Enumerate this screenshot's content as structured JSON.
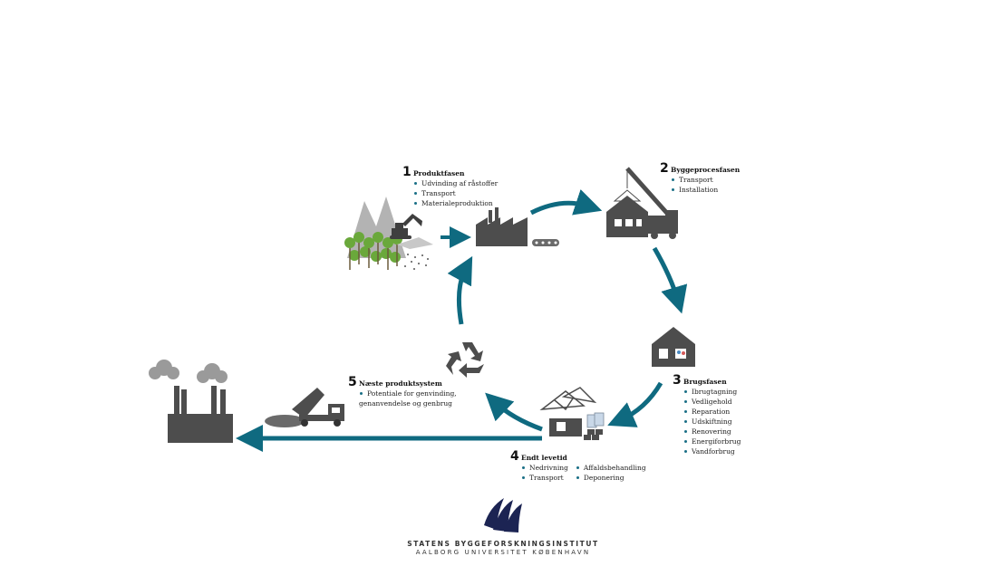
{
  "stages": [
    {
      "num": "1",
      "title": "Produktfasen",
      "items": [
        "Udvinding af råstoffer",
        "Transport",
        "Materialeproduktion"
      ]
    },
    {
      "num": "2",
      "title": "Byggeprocesfasen",
      "items": [
        "Transport",
        "Installation"
      ]
    },
    {
      "num": "3",
      "title": "Brugsfasen",
      "items": [
        "Ibrugtagning",
        "Vedligehold",
        "Reparation",
        "Udskiftning",
        "Renovering",
        "Energiforbrug",
        "Vandforbrug"
      ]
    },
    {
      "num": "4",
      "title": "Endt levetid",
      "col1": [
        "Nedrivning",
        "Transport"
      ],
      "col2": [
        "Affaldsbehandling",
        "Deponering"
      ]
    },
    {
      "num": "5",
      "title": "Næste produktsystem",
      "items": [
        "Potentiale for genvinding,"
      ],
      "continuation": "genanvendelse og genbrug"
    }
  ],
  "logo": {
    "line1": "STATENS BYGGEFORSKNINGSINSTITUT",
    "line2": "AALBORG UNIVERSITET KØBENHAVN"
  },
  "colors": {
    "arrow": "#0f6a80",
    "icon": "#4d4d4d",
    "tree": "#6aa83b",
    "logo": "#1c2453"
  },
  "icons": [
    "mountain-icon",
    "tree-icon",
    "excavator-icon",
    "factory-icon",
    "conveyor-icon",
    "crane-icon",
    "house-icon",
    "recycle-icon",
    "demolition-icon",
    "dump-truck-icon",
    "power-plant-icon",
    "cloud-icon"
  ]
}
